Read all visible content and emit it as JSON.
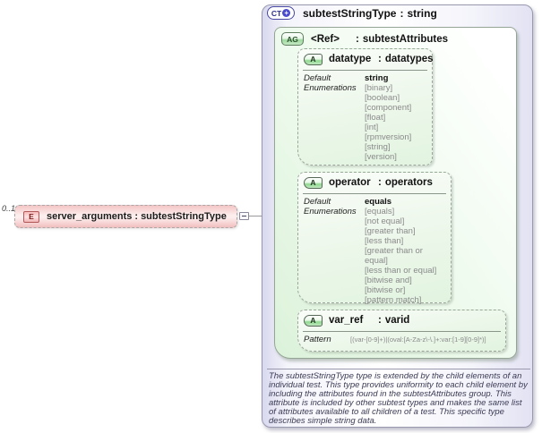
{
  "sep": ":",
  "multiplicity": "0..1",
  "element": {
    "icon_label": "E",
    "name": "server_arguments",
    "type": "subtestStringType"
  },
  "complex_type": {
    "icon_label": "CT",
    "plus": "+",
    "name": "subtestStringType",
    "base": "string",
    "description": "The subtestStringType type is extended by the child elements of an individual test.  This type provides uniformity to each child element by including the attributes found in the subtestAttributes group.  This attribute is included by other subtest types and makes the same list of attributes available to all children of a test.  This specific type describes simple string data."
  },
  "attribute_group": {
    "icon_label": "AG",
    "name": "<Ref>",
    "type": "subtestAttributes"
  },
  "attributes": [
    {
      "icon_label": "A",
      "name": "datatype",
      "type": "datatypes",
      "default_label": "Default",
      "default_value": "string",
      "enumerations_label": "Enumerations",
      "enums": [
        "[binary]",
        "[boolean]",
        "[component]",
        "[float]",
        "[int]",
        "[rpmversion]",
        "[string]",
        "[version]"
      ]
    },
    {
      "icon_label": "A",
      "name": "operator",
      "type": "operators",
      "default_label": "Default",
      "default_value": "equals",
      "enumerations_label": "Enumerations",
      "enums": [
        "[equals]",
        "[not equal]",
        "[greater than]",
        "[less than]",
        "[greater than or equal]",
        "[less than or equal]",
        "[bitwise and]",
        "[bitwise or]",
        "[pattern match]"
      ]
    },
    {
      "icon_label": "A",
      "name": "var_ref",
      "type": "varid",
      "pattern_label": "Pattern",
      "pattern_value": "[(var-[0-9]+)|(oval:[A-Za-z\\-\\.]+:var:[1-9][0-9]*)]"
    }
  ]
}
